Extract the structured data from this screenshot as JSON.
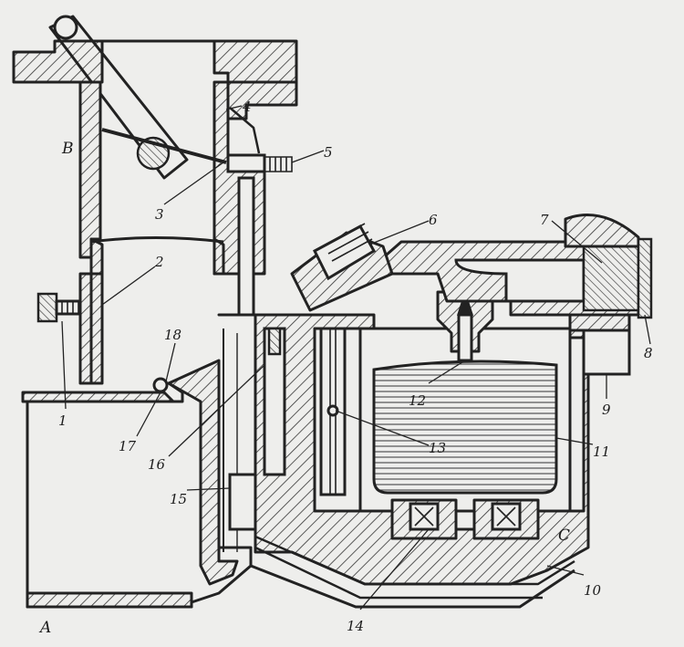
{
  "diagram": {
    "region_labels": [
      {
        "id": "A",
        "text": "A"
      },
      {
        "id": "B",
        "text": "B"
      },
      {
        "id": "C",
        "text": "C"
      }
    ],
    "callouts": [
      {
        "id": "1",
        "text": "1"
      },
      {
        "id": "2",
        "text": "2"
      },
      {
        "id": "3",
        "text": "3"
      },
      {
        "id": "4",
        "text": "4"
      },
      {
        "id": "5",
        "text": "5"
      },
      {
        "id": "6",
        "text": "6"
      },
      {
        "id": "7",
        "text": "7"
      },
      {
        "id": "8",
        "text": "8"
      },
      {
        "id": "9",
        "text": "9"
      },
      {
        "id": "10",
        "text": "10"
      },
      {
        "id": "11",
        "text": "11"
      },
      {
        "id": "12",
        "text": "12"
      },
      {
        "id": "13",
        "text": "13"
      },
      {
        "id": "14",
        "text": "14"
      },
      {
        "id": "15",
        "text": "15"
      },
      {
        "id": "16",
        "text": "16"
      },
      {
        "id": "17",
        "text": "17"
      },
      {
        "id": "18",
        "text": "18"
      }
    ]
  }
}
